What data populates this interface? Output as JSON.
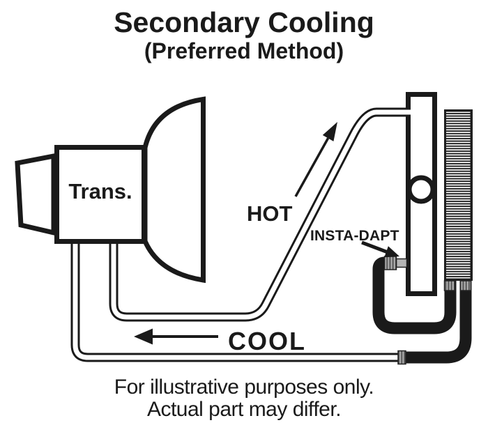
{
  "title": "Secondary Cooling",
  "subtitle": "(Preferred Method)",
  "labels": {
    "transmission": "Trans.",
    "hot": "HOT",
    "cool": "COOL",
    "insta_dapt": "INSTA-DAPT"
  },
  "footnote": {
    "line1": "For illustrative purposes only.",
    "line2": "Actual part may differ."
  },
  "colors": {
    "ink": "#1a1a1a",
    "background": "#ffffff",
    "fitting_gray": "#a8a8a8",
    "fitting_ridge": "#4d4d4d"
  }
}
